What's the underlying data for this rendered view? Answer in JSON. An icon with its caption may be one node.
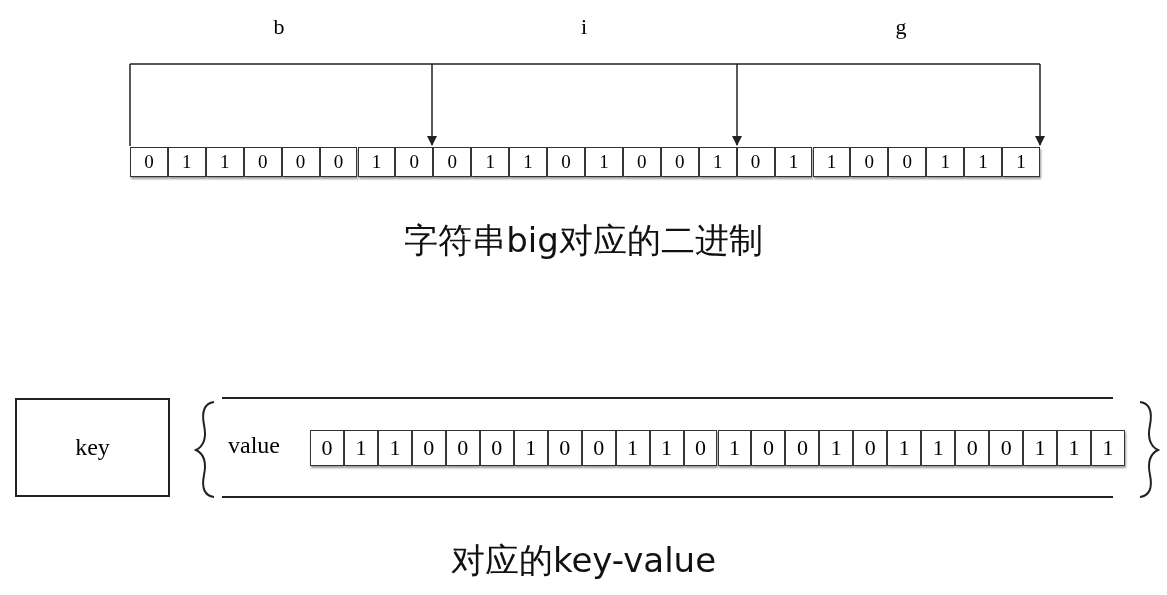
{
  "diagram": {
    "nodes": [
      {
        "text": [
          "key"
        ]
      }
    ],
    "labels": [
      "b",
      "i",
      "g",
      "0",
      "1",
      "1",
      "0",
      "0",
      "0",
      "1",
      "0",
      "0",
      "1",
      "1",
      "0",
      "1",
      "0",
      "0",
      "1",
      "0",
      "1",
      "1",
      "0",
      "0",
      "1",
      "1",
      "1",
      "字符串big对应的二进制",
      "value",
      "0",
      "1",
      "1",
      "0",
      "0",
      "0",
      "1",
      "0",
      "0",
      "1",
      "1",
      "0",
      "1",
      "0",
      "0",
      "1",
      "0",
      "1",
      "1",
      "0",
      "0",
      "1",
      "1",
      "1",
      "对应的key-value"
    ]
  }
}
